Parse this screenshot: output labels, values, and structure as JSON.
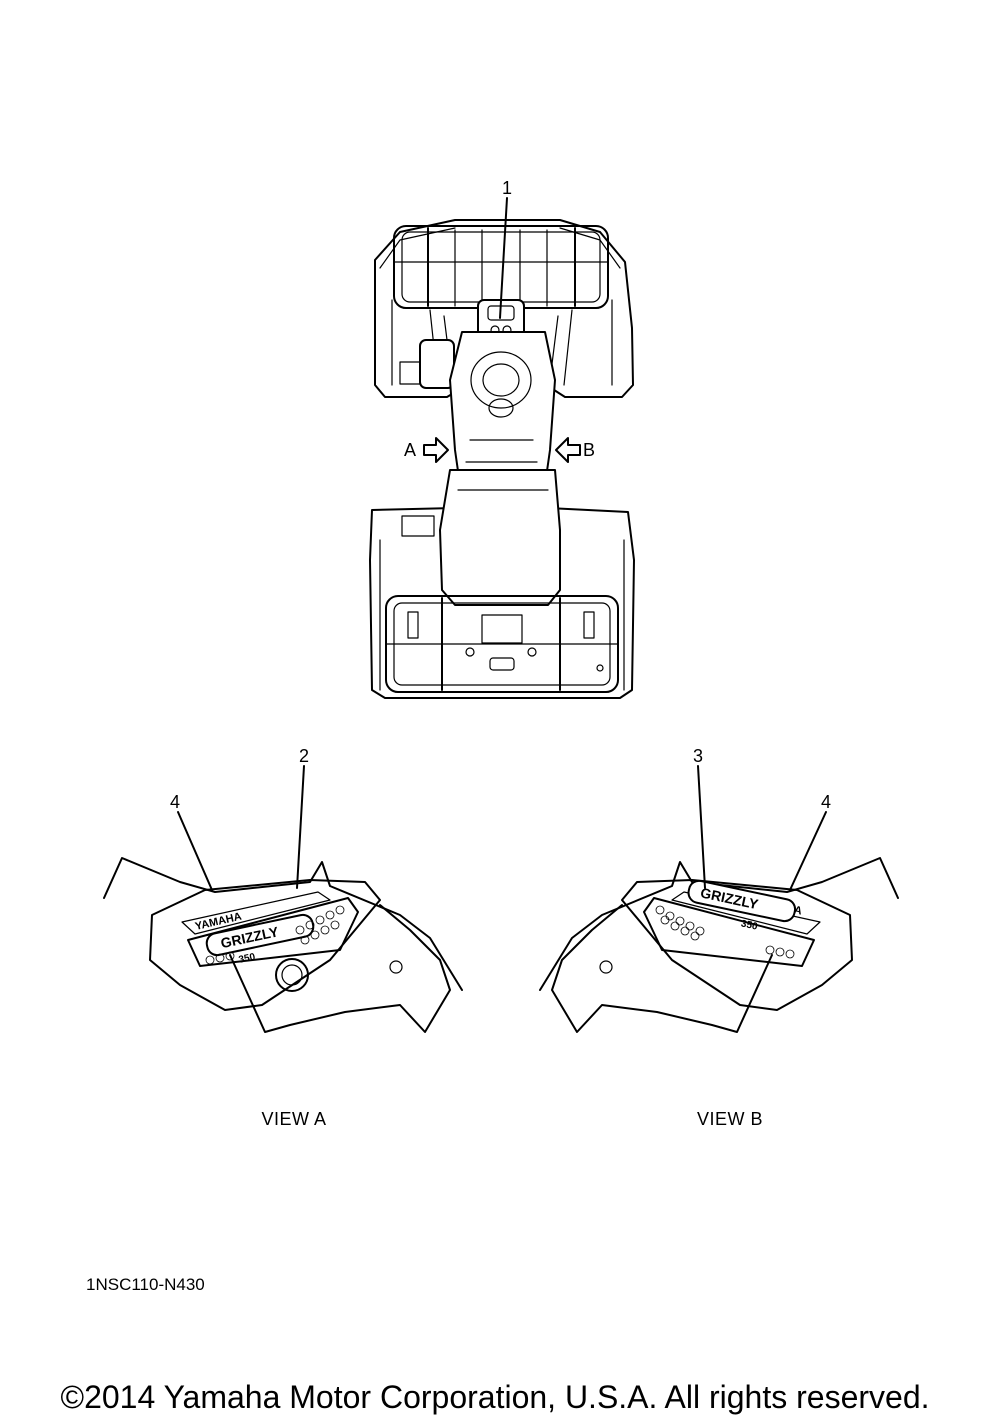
{
  "callouts": {
    "c1": "1",
    "c2": "2",
    "c3": "3",
    "c4_left": "4",
    "c4_right": "4"
  },
  "arrows": {
    "left": "A",
    "right": "B"
  },
  "decal_text": {
    "brand_left": "YAMAHA",
    "brand_right": "YAMAHA",
    "model_left": "GRIZZLY",
    "model_right": "GRIZZLY",
    "sub_left": "350",
    "sub_right": "350"
  },
  "views": {
    "a_label": "VIEW A",
    "b_label": "VIEW B"
  },
  "part_code": "1NSC110-N430",
  "copyright": "©2014 Yamaha Motor Corporation, U.S.A. All rights reserved."
}
